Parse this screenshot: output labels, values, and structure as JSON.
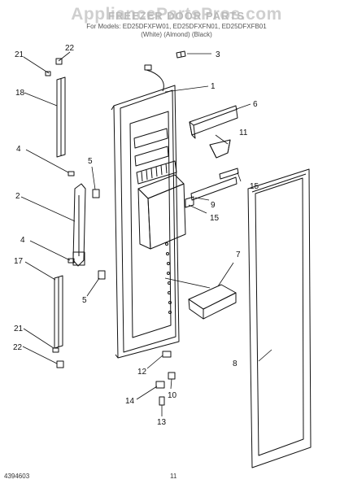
{
  "header": {
    "watermark": "AppliancePartsPros.com",
    "title": "FREEZER DOOR PARTS",
    "models": "For Models: ED25DFXFW01, ED25DFXFN01, ED25DFXFB01",
    "colors": "(White)          (Almond)          (Black)"
  },
  "callouts": [
    "21",
    "22",
    "3",
    "1",
    "18",
    "6",
    "11",
    "4",
    "5",
    "15",
    "2",
    "9",
    "15",
    "7",
    "4",
    "17",
    "5",
    "8",
    "21",
    "22",
    "12",
    "10",
    "14",
    "13"
  ],
  "footer": {
    "doc_number": "4394603",
    "page": "11"
  }
}
